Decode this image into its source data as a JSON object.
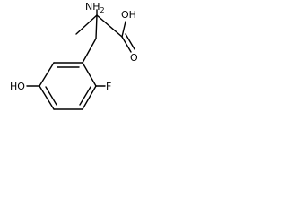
{
  "molecule": {
    "atoms": {
      "amine": {
        "element": "N",
        "hydrogens": "H",
        "count": "2"
      },
      "acid_oh": "OH",
      "carbonyl_o": "O",
      "fluorine": "F",
      "phenol": "HO"
    }
  },
  "colors": {
    "bond": "#000000",
    "text": "#000000",
    "background": "#ffffff"
  }
}
